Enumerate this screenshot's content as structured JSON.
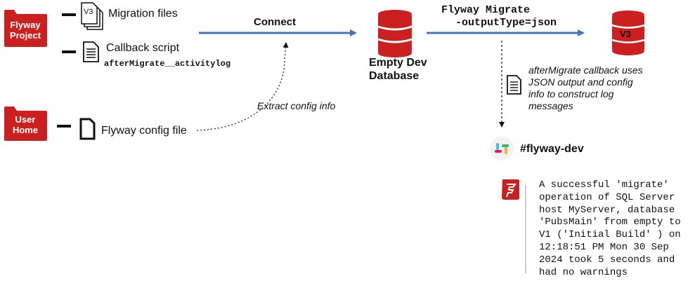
{
  "colors": {
    "red": "#cc1f1f",
    "arrow_blue": "#4472c4",
    "text": "#111111"
  },
  "folders": {
    "project": {
      "line1": "Flyway",
      "line2": "Project"
    },
    "user_home": {
      "line1": "User",
      "line2": "Home"
    }
  },
  "files": {
    "migration": {
      "label": "Migration files",
      "icon_text": "V3"
    },
    "callback": {
      "label": "Callback script",
      "filename": "afterMigrate__activitylog"
    },
    "config": {
      "label": "Flyway config file"
    }
  },
  "arrows": {
    "connect": "Connect",
    "extract": "Extract config info",
    "migrate_line1": "Flyway Migrate",
    "migrate_line2": "-outputType=json"
  },
  "databases": {
    "empty": {
      "line1": "Empty Dev",
      "line2": "Database"
    },
    "v3": {
      "label": "V3"
    }
  },
  "callback_note": {
    "line1": "afterMigrate callback uses",
    "line2": "JSON output and config",
    "line3": "info to construct log",
    "line4": "messages"
  },
  "slack": {
    "channel": "#flyway-dev"
  },
  "message": {
    "lines": [
      "A successful 'migrate'",
      "operation of SQL Server",
      "host MyServer, database",
      "'PubsMain' from empty to",
      "V1 ('Initial Build' ) on",
      "12:18:51 PM Mon 30 Sep",
      "2024 took 5 seconds and",
      "had no warnings"
    ]
  }
}
